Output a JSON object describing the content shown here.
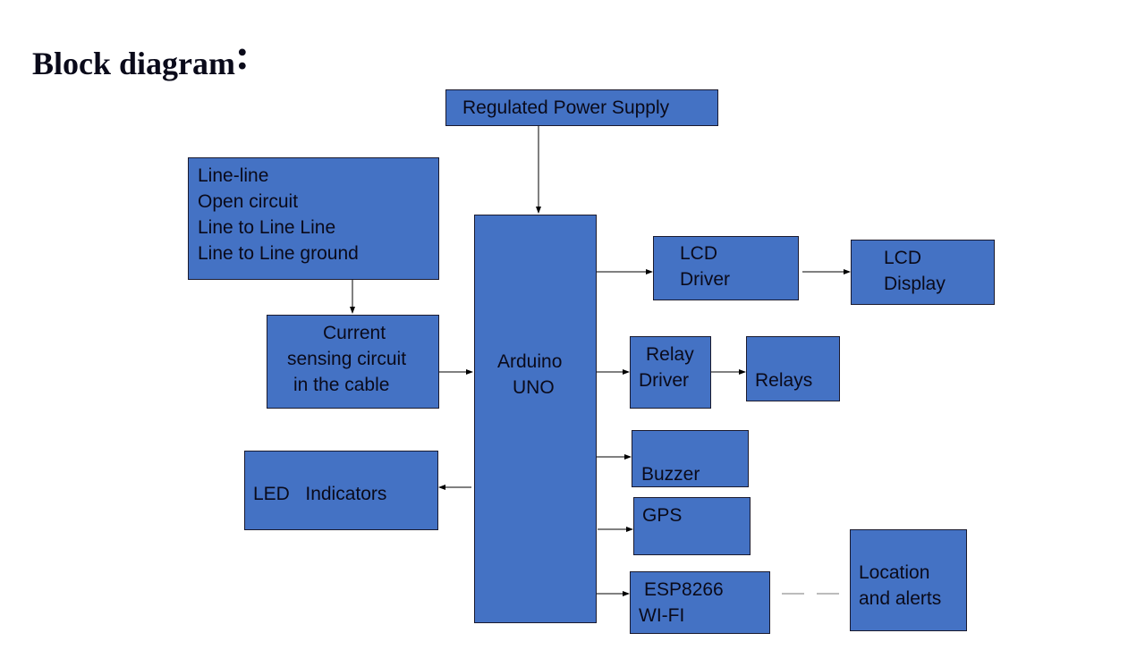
{
  "title": "Block diagram",
  "title_suffix": ":",
  "colors": {
    "block_fill": "#4472c4",
    "block_border": "#1a1a2e",
    "line": "#000000",
    "dashed_link": "#a6a6a6"
  },
  "blocks": {
    "power_supply": {
      "lines": [
        "Regulated Power Supply"
      ]
    },
    "fault_types": {
      "lines": [
        "Line-line",
        "Open circuit",
        "Line to Line Line",
        "Line to Line ground"
      ]
    },
    "current_sensing": {
      "lines": [
        "Current",
        "sensing circuit",
        "in the cable"
      ]
    },
    "arduino": {
      "lines": [
        "Arduino",
        "UNO"
      ]
    },
    "led_indicators": {
      "lines": [
        "LED   Indicators"
      ]
    },
    "lcd_driver": {
      "lines": [
        "LCD",
        "Driver"
      ]
    },
    "lcd_display": {
      "lines": [
        "LCD",
        "Display"
      ]
    },
    "relay_driver": {
      "lines": [
        "Relay",
        "Driver"
      ]
    },
    "relays": {
      "lines": [
        "Relays"
      ]
    },
    "buzzer": {
      "lines": [
        "Buzzer"
      ]
    },
    "gps": {
      "lines": [
        "GPS"
      ]
    },
    "esp8266": {
      "lines": [
        "ESP8266",
        "WI-FI"
      ]
    },
    "location_alerts": {
      "lines": [
        "Location",
        "and alerts"
      ]
    }
  },
  "connections": [
    {
      "from": "power_supply",
      "to": "arduino",
      "style": "arrow"
    },
    {
      "from": "fault_types",
      "to": "current_sensing",
      "style": "arrow"
    },
    {
      "from": "current_sensing",
      "to": "arduino",
      "style": "arrow"
    },
    {
      "from": "arduino",
      "to": "led_indicators",
      "style": "arrow"
    },
    {
      "from": "arduino",
      "to": "lcd_driver",
      "style": "arrow"
    },
    {
      "from": "lcd_driver",
      "to": "lcd_display",
      "style": "arrow"
    },
    {
      "from": "arduino",
      "to": "relay_driver",
      "style": "arrow"
    },
    {
      "from": "relay_driver",
      "to": "relays",
      "style": "arrow"
    },
    {
      "from": "arduino",
      "to": "buzzer",
      "style": "arrow"
    },
    {
      "from": "arduino",
      "to": "gps",
      "style": "arrow"
    },
    {
      "from": "arduino",
      "to": "esp8266",
      "style": "arrow"
    },
    {
      "from": "esp8266",
      "to": "location_alerts",
      "style": "dashed"
    }
  ]
}
